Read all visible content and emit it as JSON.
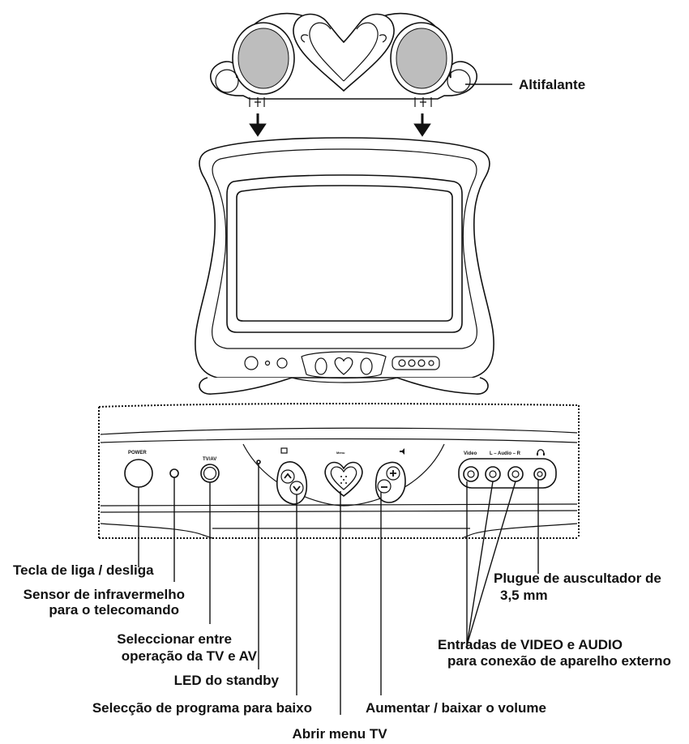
{
  "panel": {
    "power": "POWER",
    "tvav": "TV/AV",
    "menu": "Menu",
    "video": "Video",
    "audio": "L – Audio – R"
  },
  "labels": {
    "speaker": "Altifalante",
    "power_key": "Tecla de liga / desliga",
    "ir_sensor_1": "Sensor de infravermelho",
    "ir_sensor_2": "para o telecomando",
    "tvav_1": "Seleccionar entre",
    "tvav_2": "operação da TV e AV",
    "standby_led": "LED do standby",
    "prog_down": "Selecção de programa para baixo",
    "menu_open": "Abrir menu TV",
    "volume": "Aumentar / baixar o volume",
    "headphone_1": "Plugue de auscultador de",
    "headphone_2": "3,5 mm",
    "inputs_1": "Entradas de VIDEO e AUDIO",
    "inputs_2": "para conexão de aparelho externo"
  }
}
